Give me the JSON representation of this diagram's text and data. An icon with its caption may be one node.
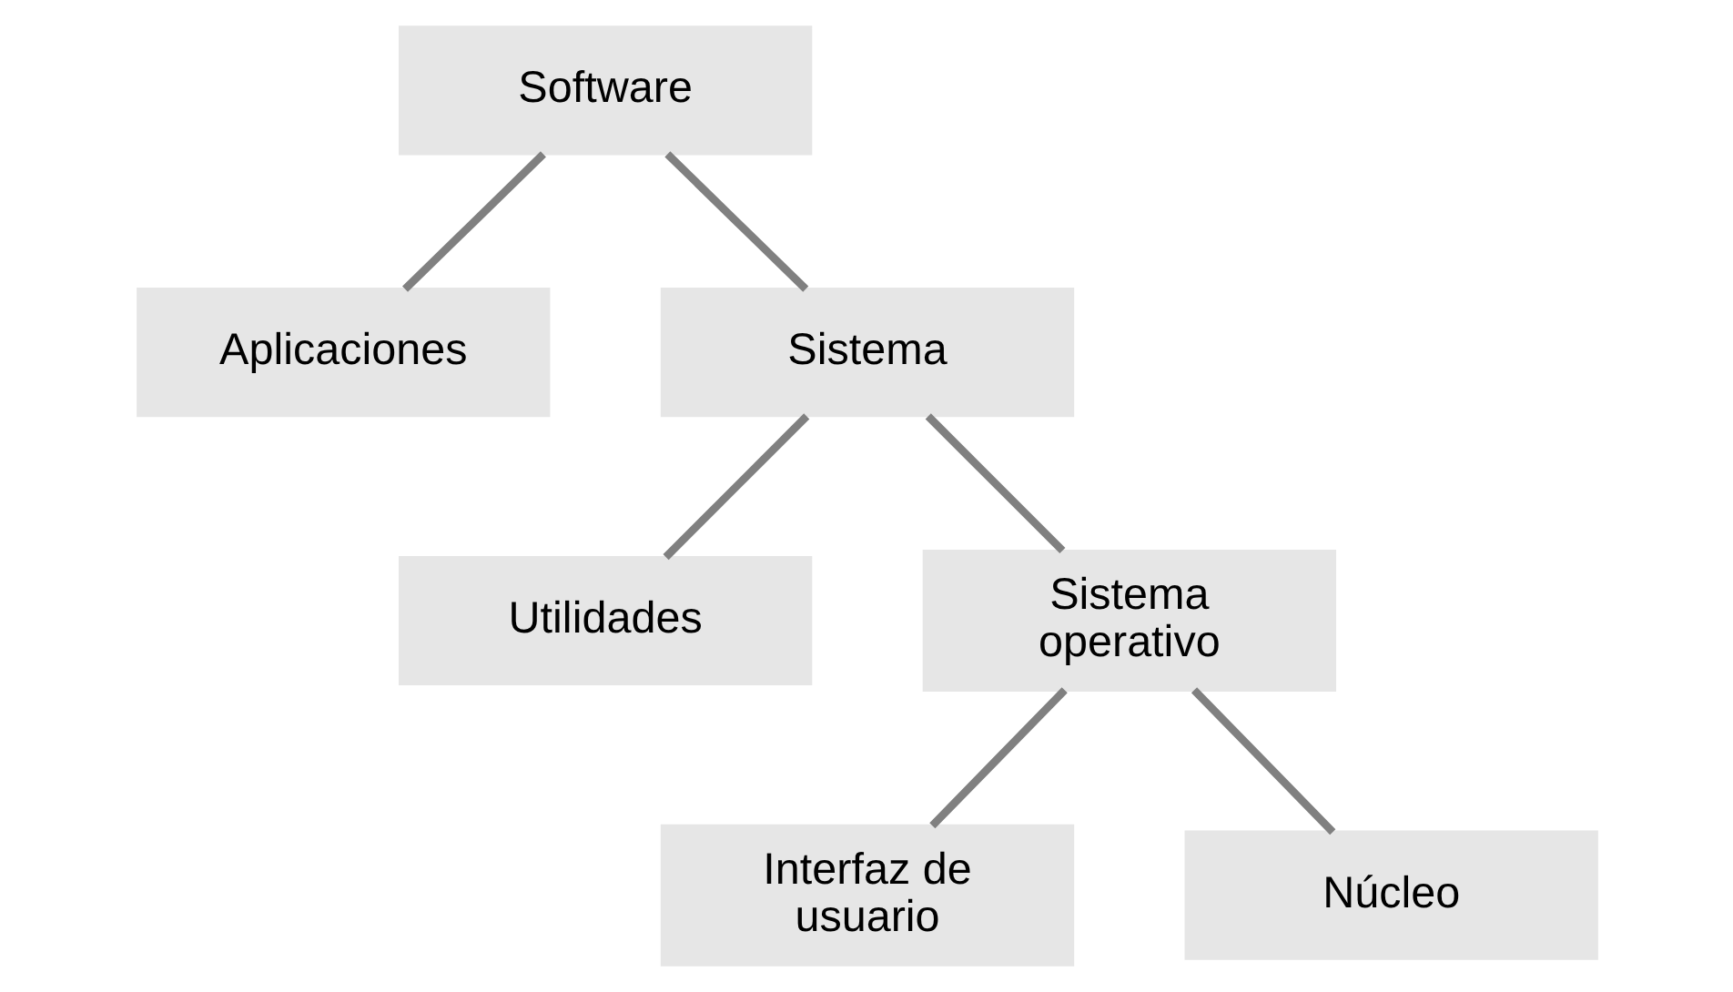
{
  "diagram": {
    "nodes": [
      {
        "text": [
          "Software"
        ]
      },
      {
        "text": [
          "Aplicaciones"
        ]
      },
      {
        "text": [
          "Sistema"
        ]
      },
      {
        "text": [
          "Utilidades"
        ]
      },
      {
        "text": [
          "Sistema operativo"
        ]
      },
      {
        "text": [
          "Interfaz de usuario"
        ]
      },
      {
        "text": [
          "Núcleo"
        ]
      }
    ],
    "edges": [
      {
        "from": 0,
        "to": 1,
        "arrow": "none"
      },
      {
        "from": 0,
        "to": 2,
        "arrow": "none"
      },
      {
        "from": 2,
        "to": 3,
        "arrow": "none"
      },
      {
        "from": 2,
        "to": 4,
        "arrow": "none"
      },
      {
        "from": 4,
        "to": 5,
        "arrow": "none"
      },
      {
        "from": 4,
        "to": 6,
        "arrow": "none"
      }
    ]
  }
}
